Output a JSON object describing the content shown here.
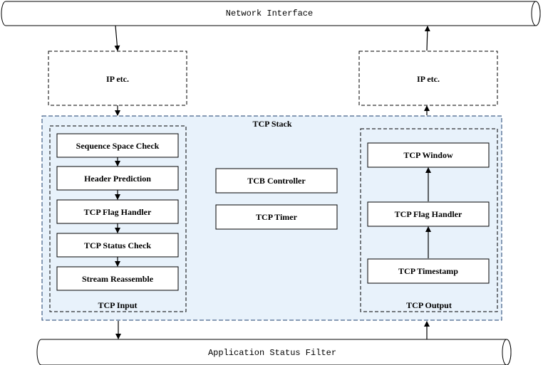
{
  "pipes": {
    "top": "Network Interface",
    "bottom": "Application Status Filter"
  },
  "ip_left": "IP etc.",
  "ip_right": "IP etc.",
  "stack": {
    "title": "TCP Stack",
    "input": {
      "title": "TCP Input",
      "steps": [
        "Sequence Space Check",
        "Header Prediction",
        "TCP Flag Handler",
        "TCP Status Check",
        "Stream Reassemble"
      ]
    },
    "middle": [
      "TCB Controller",
      "TCP Timer"
    ],
    "output": {
      "title": "TCP Output",
      "steps": [
        "TCP Window",
        "TCP Flag Handler",
        "TCP Timestamp"
      ]
    }
  },
  "colors": {
    "stack_fill": "#e8f2fb",
    "stack_border": "#1a3c6e"
  }
}
